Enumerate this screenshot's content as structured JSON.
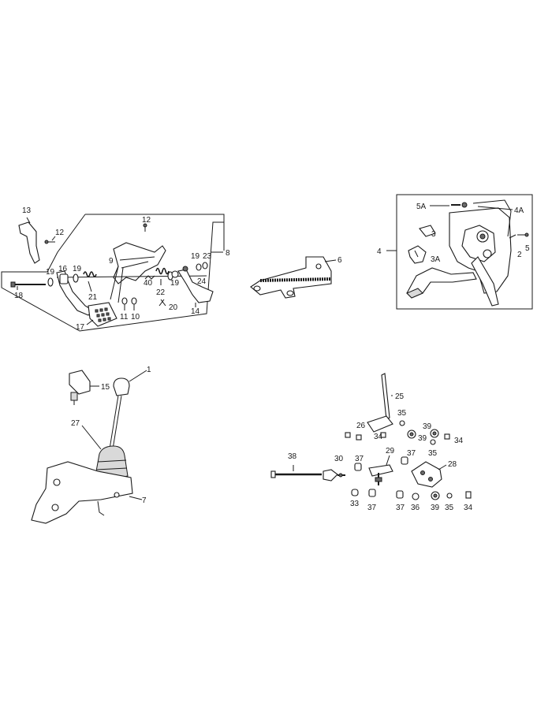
{
  "callouts": {
    "c13": "13",
    "c12a": "12",
    "c12b": "12",
    "c8": "8",
    "c9": "9",
    "c16": "16",
    "c19a": "19",
    "c19b": "19",
    "c19c": "19",
    "c19d": "19",
    "c18": "18",
    "c21": "21",
    "c17": "17",
    "c40": "40",
    "c22": "22",
    "c11": "11",
    "c10": "10",
    "c20": "20",
    "c23": "23",
    "c24": "24",
    "c14": "14",
    "c6": "6",
    "c4": "4",
    "c5A": "5A",
    "c4A": "4A",
    "c3": "3",
    "c3A": "3A",
    "c2": "2",
    "c5": "5",
    "c1": "1",
    "c15": "15",
    "c27": "27",
    "c7": "7",
    "c25": "25",
    "c35a": "35",
    "c35b": "35",
    "c35c": "35",
    "c26": "26",
    "c34a": "34",
    "c34b": "34",
    "c34c": "34",
    "c39a": "39",
    "c39b": "39",
    "c39c": "39",
    "c38": "38",
    "c30": "30",
    "c37a": "37",
    "c37b": "37",
    "c37c": "37",
    "c37d": "37",
    "c29": "29",
    "c28": "28",
    "c33": "33",
    "c36": "36"
  }
}
